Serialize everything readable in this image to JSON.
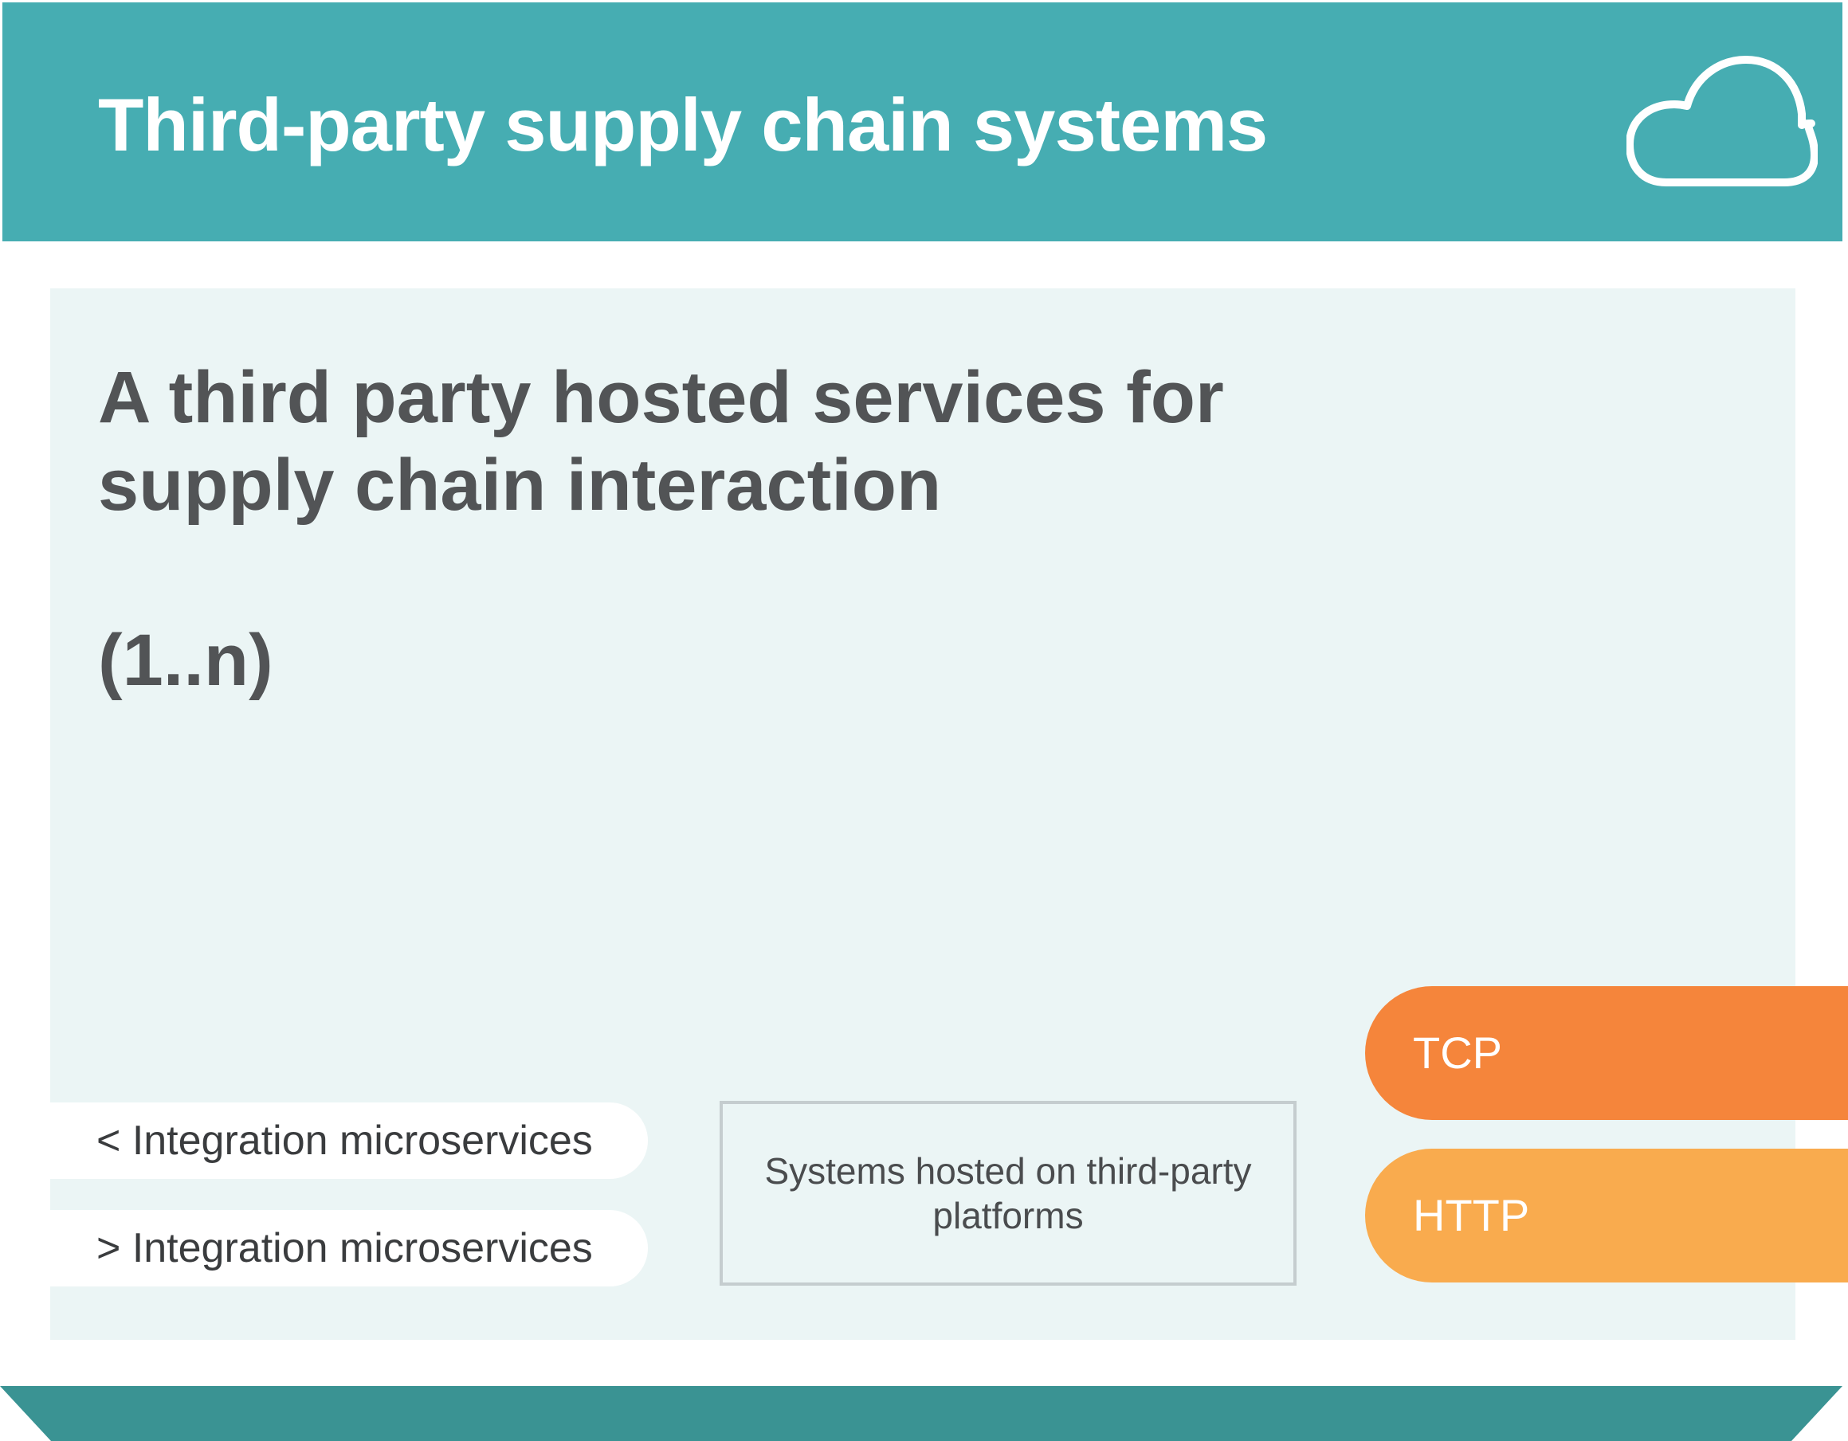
{
  "header": {
    "title": "Third-party supply chain systems",
    "icon": "cloud-icon"
  },
  "panel": {
    "title": "A third party hosted services for supply chain interaction",
    "count": "(1..n)"
  },
  "integrations": {
    "inbound": "< Integration microservices",
    "outbound": "> Integration microservices"
  },
  "hosted_box": {
    "label": "Systems hosted on third-party platforms"
  },
  "protocols": {
    "tcp": "TCP",
    "http": "HTTP"
  },
  "colors": {
    "header": "#46adb2",
    "panel": "#ebf5f5",
    "tcp": "#f5853b",
    "http": "#f9ab4e",
    "footer": "#3a9393"
  }
}
